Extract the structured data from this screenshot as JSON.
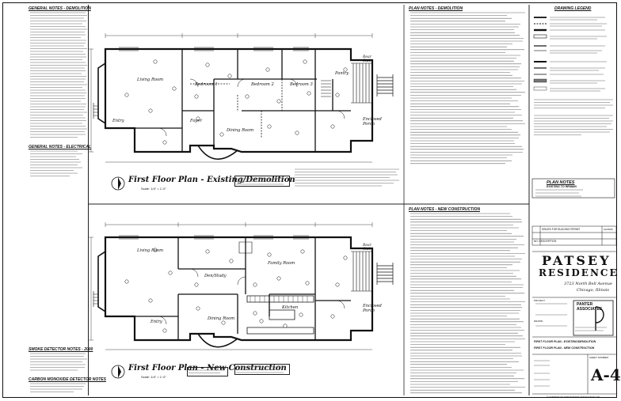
{
  "notes_left": {
    "demo_header": "GENERAL NOTES - DEMOLITION",
    "elec_header": "GENERAL NOTES - ELECTRICAL",
    "smoke_header": "SMOKE DETECTOR NOTES - 2000",
    "co_header": "CARBON MONOXIDE DETECTOR NOTES"
  },
  "plans": {
    "top_title": "First Floor Plan - Existing/Demolition",
    "top_scale": "Scale: 1/4\" = 1'-0\"",
    "bottom_title": "First Floor Plan - New Construction",
    "bottom_scale": "Scale: 1/4\" = 1'-0\""
  },
  "rooms_top": {
    "living": "Living Room",
    "bed1": "Bedroom 1",
    "bed2": "Bedroom 2",
    "bed3": "Bedroom 3",
    "pantry": "Pantry",
    "foyer": "Foyer",
    "dining": "Dining Room",
    "enclosed": "Enclosed Porch",
    "rear": "Rear Stair",
    "entry": "Entry"
  },
  "rooms_bottom": {
    "living": "Living Room",
    "den": "Den/Study",
    "family": "Family Room",
    "kitchen": "Kitchen",
    "rear": "Rear Stair",
    "enclosed": "Enclosed Porch",
    "entry": "Entry",
    "dining": "Dining Room"
  },
  "plan_notes": {
    "demo_header": "PLAN NOTES - DEMOLITION",
    "new_header": "PLAN NOTES - NEW CONSTRUCTION"
  },
  "legend": {
    "header": "DRAWING LEGEND",
    "plan_notes_header": "PLAN NOTES",
    "plan_notes_sub": "EXISTING TO REMAIN"
  },
  "title_block": {
    "project_name": "PATSEY",
    "project_name2": "RESIDENCE",
    "address1": "3723 North Bell Avenue",
    "address2": "Chicago, Illinois",
    "firm": "PANTER ASSOCIATES",
    "sheet_desc1": "FIRST FLOOR PLAN - EXISTING/DEMOLITION",
    "sheet_desc2": "FIRST FLOOR PLAN - NEW CONSTRUCTION",
    "sheet_number": "A-4",
    "copyright": "© COPYRIGHT 2006 PANTER ASSOCIATES LTD",
    "revision": "ISSUED FOR BUILDING PERMIT",
    "revision_label": "NO.   DESCRIPTION",
    "date": "10/05/06",
    "label_drawn": "DRAWN:",
    "label_project": "PROJECT:",
    "label_sheet": "SHEET NUMBER:"
  }
}
